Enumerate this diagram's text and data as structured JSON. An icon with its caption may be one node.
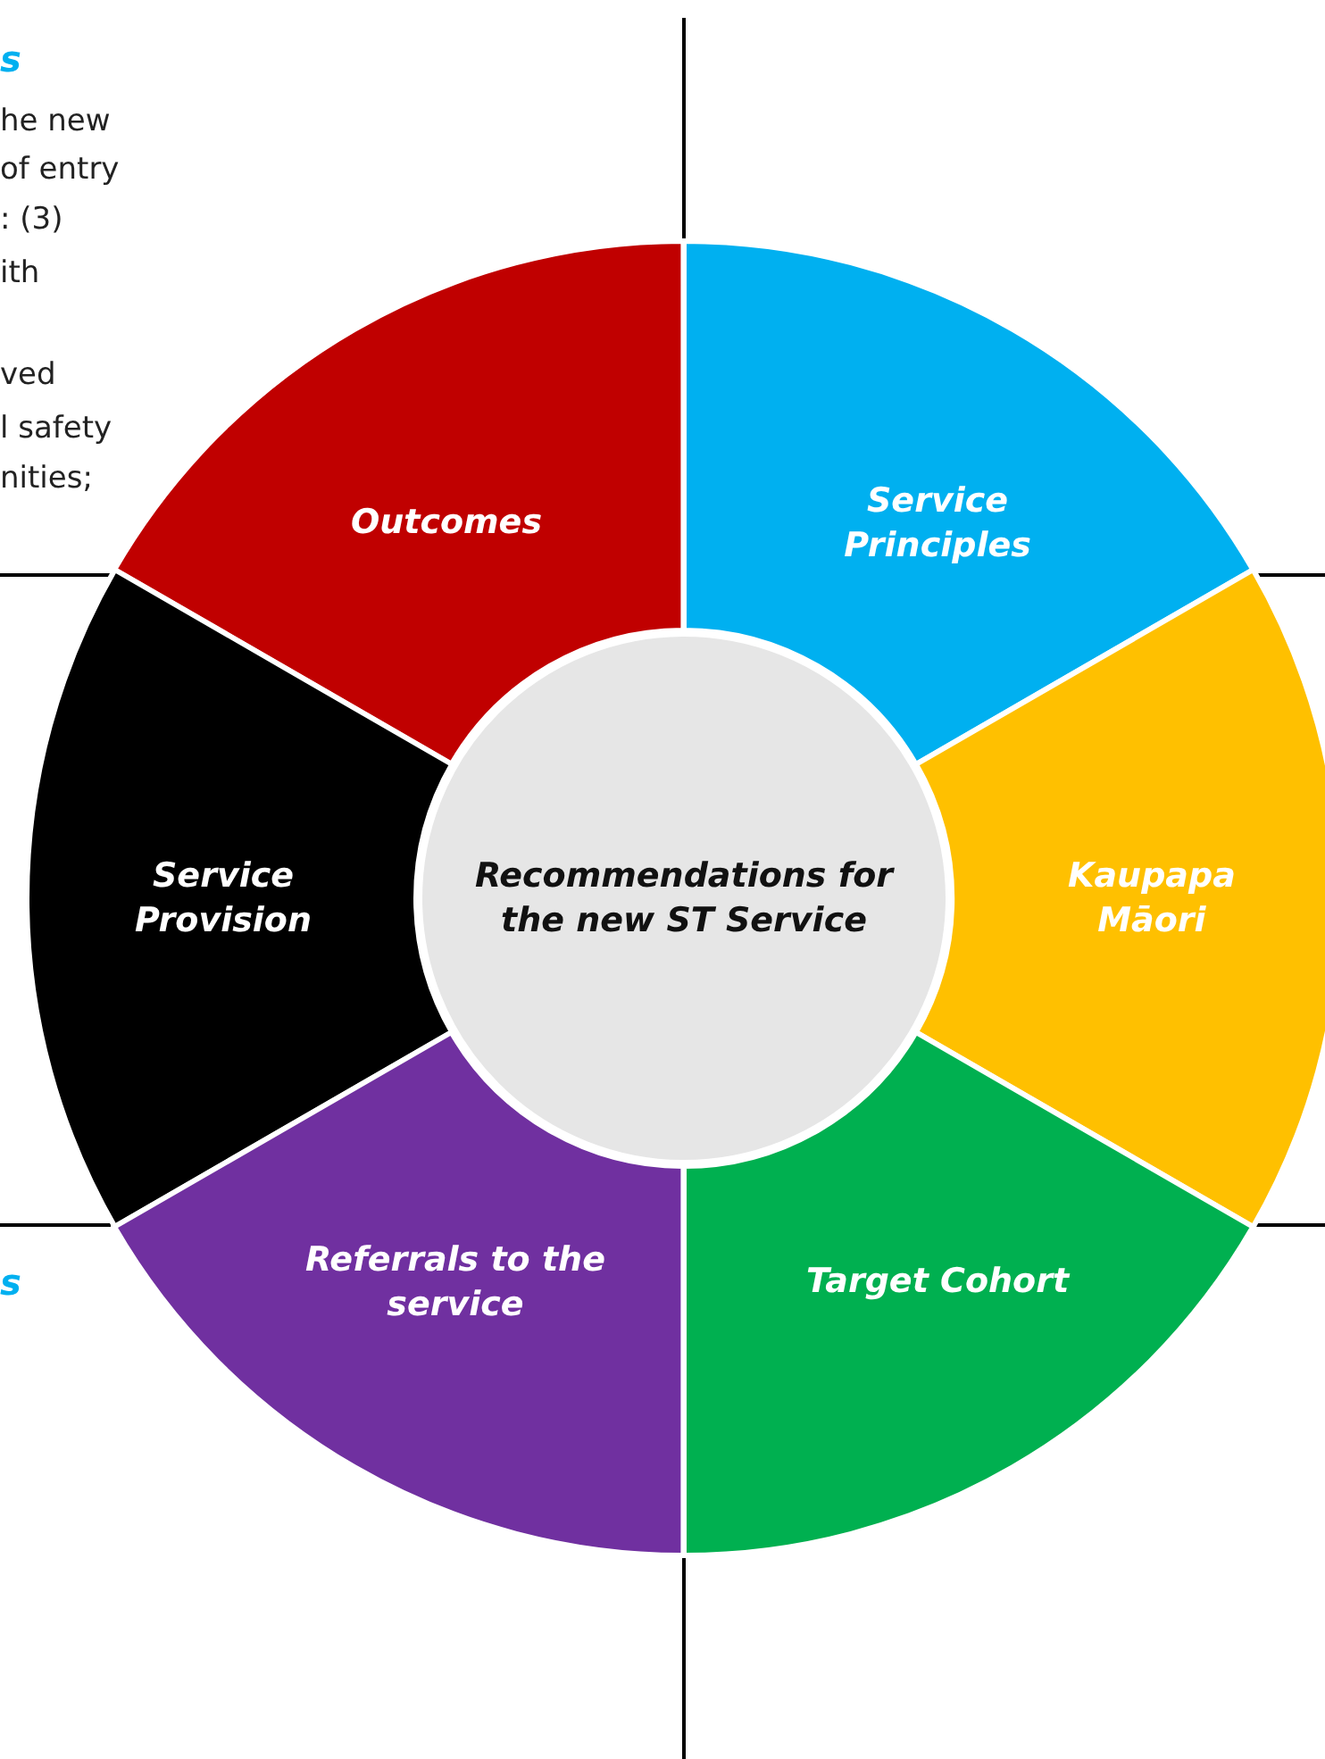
{
  "diagram": {
    "nodes": [
      {
        "text": [
          "Recommendations for the new ST Service"
        ]
      },
      {
        "text": [
          "Outcomes"
        ]
      },
      {
        "text": [
          "Service Principles"
        ]
      },
      {
        "text": [
          "Service Provision"
        ]
      },
      {
        "text": [
          "Kaupapa Māori"
        ]
      },
      {
        "text": [
          "Referrals to the service"
        ]
      },
      {
        "text": [
          "Target Cohort"
        ]
      }
    ],
    "labels": [
      "s",
      "he new",
      "of entry",
      ": (3)",
      "ith",
      "ved",
      "l safety",
      "nities;",
      "s"
    ]
  }
}
